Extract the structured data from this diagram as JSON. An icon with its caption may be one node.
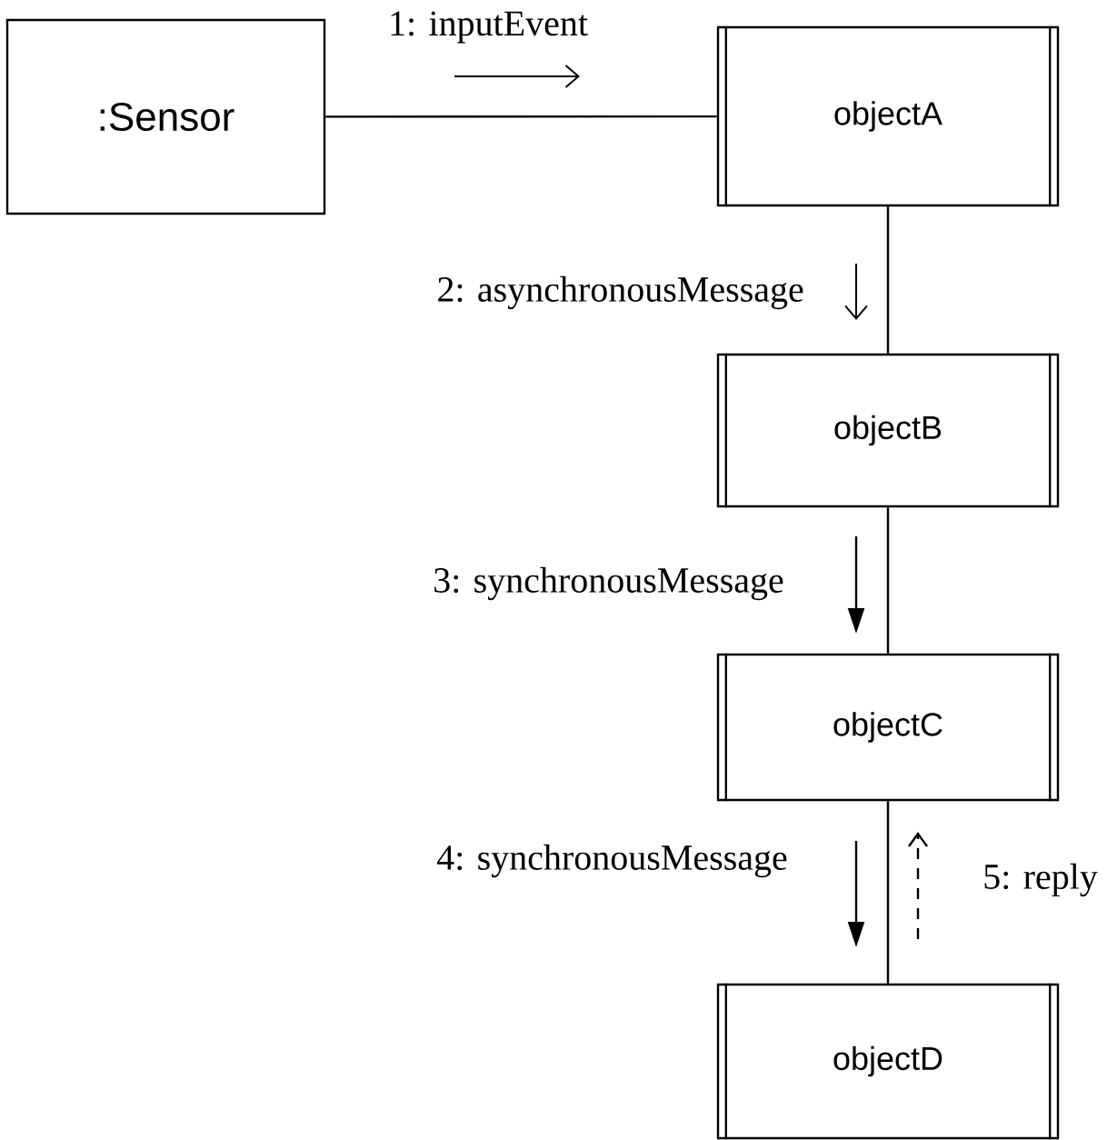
{
  "diagram": {
    "nodes": [
      {
        "text": [
          ":Sensor"
        ]
      },
      {
        "text": [
          "objectA"
        ]
      },
      {
        "text": [
          "objectB"
        ]
      },
      {
        "text": [
          "objectC"
        ]
      },
      {
        "text": [
          "objectD"
        ]
      }
    ],
    "edges": [
      {
        "from": 0,
        "to": 1,
        "arrow": "none"
      },
      {
        "from": 1,
        "to": 2,
        "arrow": "none"
      },
      {
        "from": 2,
        "to": 3,
        "arrow": "none"
      },
      {
        "from": 3,
        "to": 4,
        "arrow": "none"
      }
    ],
    "labels": [
      "1: inputEvent",
      "2: asynchronousMessage",
      "3: synchronousMessage",
      "4: synchronousMessage",
      "5: reply"
    ]
  }
}
